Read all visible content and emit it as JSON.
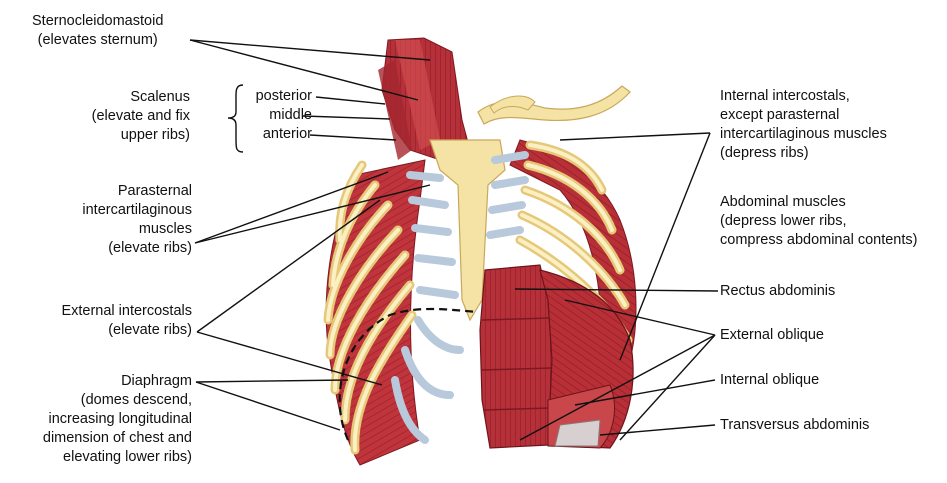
{
  "labels": {
    "scm": [
      "Sternocleidomastoid",
      "(elevates sternum)"
    ],
    "scalenus": [
      "Scalenus",
      "(elevate and fix",
      "upper ribs)"
    ],
    "scalenus_parts": [
      "posterior",
      "middle",
      "anterior"
    ],
    "parasternal": [
      "Parasternal",
      "intercartilaginous",
      "muscles",
      "(elevate ribs)"
    ],
    "external_intercostals": [
      "External intercostals",
      "(elevate ribs)"
    ],
    "diaphragm": [
      "Diaphragm",
      "(domes descend,",
      "increasing longitudinal",
      "dimension of chest and",
      "elevating lower ribs)"
    ],
    "internal_intercostals": [
      "Internal intercostals,",
      "except parasternal",
      "intercartilaginous muscles",
      "(depress ribs)"
    ],
    "abdominal": [
      "Abdominal muscles",
      "(depress lower ribs,",
      "compress abdominal contents)"
    ],
    "rectus": "Rectus abdominis",
    "external_oblique": "External oblique",
    "internal_oblique": "Internal oblique",
    "transversus": "Transversus abdominis"
  },
  "colors": {
    "muscle": "#c0343c",
    "muscle_dark": "#8e1f27",
    "muscle_light": "#e06a6a",
    "bone": "#f5e3a6",
    "bone_edge": "#d8b96a",
    "cartilage": "#c9d6e4",
    "cartilage_edge": "#94a9c0",
    "leader": "#111111"
  }
}
